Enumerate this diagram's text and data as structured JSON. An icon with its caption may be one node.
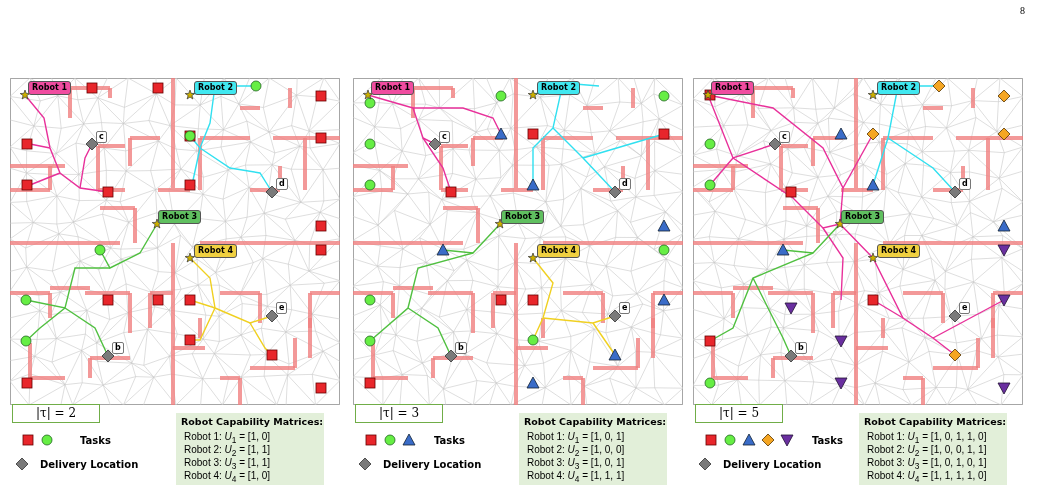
{
  "diagram": {
    "labels": [
      "8",
      "Robot 1",
      "Robot 2",
      "c",
      "d",
      "Robot 3",
      "Robot 4",
      "e",
      "b",
      "|τ| = 2",
      "Robot Capability Matrices:",
      "Robot 1: *U*$_{1}$ = [1, 0]",
      "Robot 2: *U*$_{2}$ = [1, 1]",
      "Robot 3: *U*$_{3}$ = [1, 1]",
      "Robot 4: *U*$_{4}$ = [1, 0]",
      "Robot 1",
      "Robot 2",
      "c",
      "d",
      "Robot 3",
      "Robot 4",
      "e",
      "b",
      "|τ| = 3",
      "Robot Capability Matrices:",
      "Robot 1: *U*$_{1}$ = [1, 0, 1]",
      "Robot 2: *U*$_{2}$ = [1, 0, 0]",
      "Robot 3: *U*$_{3}$ = [1, 0, 1]",
      "Robot 4: *U*$_{4}$ = [1, 1, 1]",
      "Robot 1",
      "Robot 2",
      "c",
      "d",
      "Robot 3",
      "Robot 4",
      "e",
      "b",
      "|τ| = 5",
      "Robot Capability Matrices:",
      "Robot 1: *U*$_{1}$ = [1, 0, 1, 1, 0]",
      "Robot 2: *U*$_{2}$ = [1, 0, 0, 1, 1]",
      "Robot 3: *U*$_{3}$ = [1, 0, 1, 0, 1]",
      "Robot 4: *U*$_{4}$ = [1, 1, 1, 1, 0]"
    ],
    "legend": [
      {
        "text": "Tasks"
      },
      {
        "text": "Delivery Location"
      },
      {
        "text": "Tasks"
      },
      {
        "text": "Delivery Location"
      },
      {
        "text": "Tasks"
      },
      {
        "text": "Delivery Location"
      }
    ]
  }
}
